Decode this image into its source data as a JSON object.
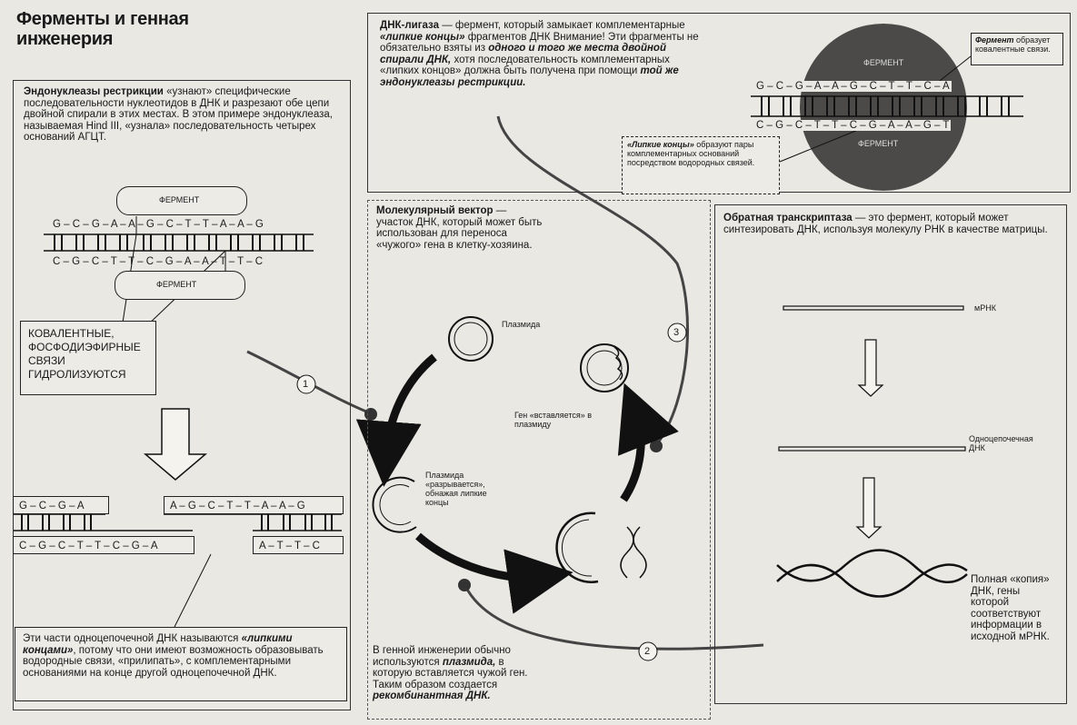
{
  "title": {
    "line1": "Ферменты и генная",
    "line2": "инженерия"
  },
  "restriction": {
    "heading": "Эндонуклеазы рестрикции",
    "text1": " «узнают» специфические последовательности нуклеотидов в ДНК и разрезают обе цепи двойной спирали в этих местах. В этом примере эндонуклеаза, называемая Hind III, «узнала» последовательность четырех оснований АГЦТ.",
    "enzyme_top": "ФЕРМЕНТ",
    "enzyme_bottom": "ФЕРМЕНТ",
    "seq_top": "G – C – G – A – A – G – C – T – T – A – A – G",
    "seq_bottom": "C – G – C – T – T – C – G – A – A – T – T – C",
    "covalent": [
      "КОВАЛЕНТНЫЕ,",
      "ФОСФОДИЭФИРНЫЕ",
      "СВЯЗИ",
      "ГИДРОЛИЗУЮТСЯ"
    ],
    "frag1_top": "G – C – G – A",
    "frag1_bottom": "C – G – C – T – T – C – G – A",
    "frag2_top": "A – G – C – T – T – A – A – G",
    "frag2_bottom": "A – T – T – C",
    "sticky_a": "Эти части одноцепочечной ДНК называются ",
    "sticky_b": "«липкими концами»",
    "sticky_c": ", потому что они имеют возможность образовывать водородные связи, «прилипать», с комплементарными основаниями на конце другой одноцепочечной ДНК."
  },
  "ligase": {
    "heading": "ДНК-лигаза",
    "t1": " — фермент, который замыкает комплементарные ",
    "t2": "«липкие концы»",
    "t3": " фрагментов ДНК Внимание! Эти фрагменты не обязательно взяты из ",
    "t4": "одного и того же места двойной спирали ДНК,",
    "t5": " хотя последовательность комплементарных «липких концов» должна быть получена при помощи ",
    "t6": "той же эндонуклеазы рестрикции.",
    "enzyme_top": "ФЕРМЕНТ",
    "enzyme_bottom": "ФЕРМЕНТ",
    "seq_top": "G – C – G – A – A – G – C – T – T – C – A",
    "seq_bottom": "C – G – C – T – T – C – G – A – A – G – T",
    "note_a": "Фермент",
    "note_b": " образует ковалентные связи.",
    "sticky_a": "«Липкие концы»",
    "sticky_b": " образуют пары комплементарных оснований посредством водородных связей."
  },
  "vector": {
    "heading": "Молекулярный вектор",
    "t1": " — участок ДНК, который может быть использован для переноса «чужого» гена в клетку-хозяина.",
    "plasmid": "Плазмида",
    "broken": "Плазмида «разрывается», обнажая липкие концы",
    "gene": "Ген «вставляется» в плазмиду",
    "bottom_a": "В генной инженерии обычно используются ",
    "bottom_b": "плазмида,",
    "bottom_c": " в которую вставляется чужой ген. Таким образом создается ",
    "bottom_d": "рекомбинантная ДНК.",
    "step1": "1",
    "step2": "2",
    "step3": "3"
  },
  "reverse": {
    "heading": "Обратная транскриптаза",
    "t1": " — это фермент, который может синтезировать ДНК, используя молекулу РНК в качестве матрицы.",
    "mrna": "мРНК",
    "ssdna": "Одноцепочечная ДНК",
    "copy": "Полная «копия» ДНК, гены которой соответствуют информации в исходной мРНК."
  }
}
